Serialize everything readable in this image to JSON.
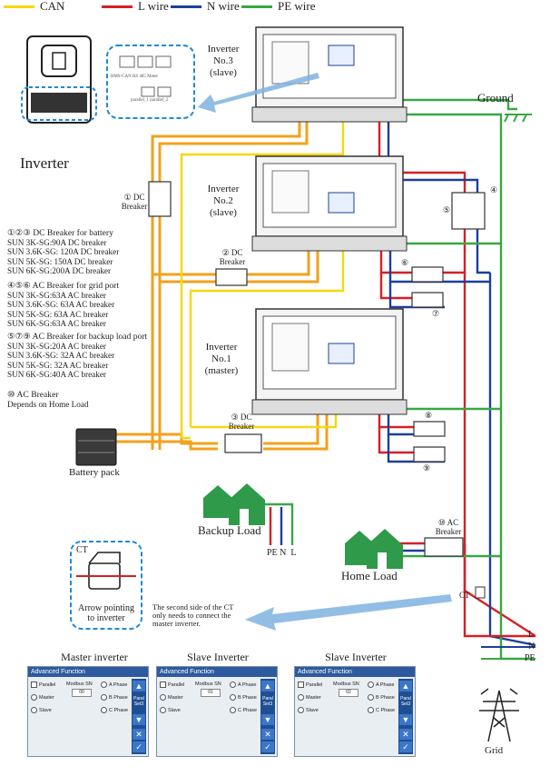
{
  "legend": {
    "can": {
      "label": "CAN",
      "color": "#f5d80f"
    },
    "l_wire": {
      "label": "L wire",
      "color": "#d61f26"
    },
    "n_wire": {
      "label": "N wire",
      "color": "#1c3f9b"
    },
    "pe_wire": {
      "label": "PE wire",
      "color": "#37a845"
    }
  },
  "inverter_title": "Inverter",
  "comm_ports": {
    "top_labels": "BMS-CAN  RS 485  Meter",
    "bottom_labels": "parallel_1  parallel_2"
  },
  "inverters": {
    "no3": {
      "line1": "Inverter",
      "line2": "No.3",
      "line3": "(slave)"
    },
    "no2": {
      "line1": "Inverter",
      "line2": "No.2",
      "line3": "(slave)"
    },
    "no1": {
      "line1": "Inverter",
      "line2": "No.1",
      "line3": "(master)"
    }
  },
  "ground_label": "Ground",
  "breakers": {
    "dc1": {
      "line1": "① DC",
      "line2": "Breaker"
    },
    "dc2": {
      "line1": "② DC",
      "line2": "Breaker"
    },
    "dc3": {
      "line1": "③ DC",
      "line2": "Breaker"
    },
    "ac10": {
      "line1": "⑩ AC",
      "line2": "Breaker"
    },
    "n4": "④",
    "n5": "⑤",
    "n6": "⑥",
    "n7": "⑦",
    "n8": "⑧",
    "n9": "⑨"
  },
  "notes": {
    "dc_head": "①②③ DC Breaker for battery",
    "dc_lines": [
      "SUN 3K-SG:90A DC breaker",
      "SUN 3.6K-SG: 120A DC breaker",
      "SUN 5K-SG: 150A DC breaker",
      "SUN 6K-SG:200A DC breaker"
    ],
    "grid_head": "④⑤⑥ AC Breaker for grid port",
    "grid_lines": [
      "SUN 3K-SG:63A AC breaker",
      "SUN 3.6K-SG: 63A AC breaker",
      "SUN 5K-SG: 63A AC breaker",
      "SUN 6K-SG:63A AC breaker"
    ],
    "backup_head": "⑤⑦⑨ AC Breaker for backup load port",
    "backup_lines": [
      "SUN 3K-SG:20A AC breaker",
      "SUN 3.6K-SG: 32A AC breaker",
      "SUN 5K-SG: 32A AC breaker",
      "SUN 6K-SG:40A AC breaker"
    ],
    "ac10_head": "⑩ AC Breaker",
    "ac10_line": "Depends on Home Load"
  },
  "battery_label": "Battery pack",
  "backup_load_label": "Backup Load",
  "backup_pnl": "PE N  L",
  "home_load_label": "Home Load",
  "ct": {
    "label": "CT",
    "caption_line1": "Arrow pointing",
    "caption_line2": "to inverter",
    "small_label": "CT",
    "note_line1": "The second side of the CT",
    "note_line2": "only needs to  connect the",
    "note_line3": "master inverter."
  },
  "grid_lines": {
    "l": "L",
    "n": "N",
    "pe": "PE"
  },
  "grid_label": "Grid",
  "panels": [
    {
      "title": "Master inverter",
      "header": "Advanced Function",
      "parallel": "Parallel",
      "master": "Master",
      "slave": "Slave",
      "modbus_label": "Modbus SN",
      "modbus_value": "00",
      "phase_a": "A Phase",
      "phase_b": "B Phase",
      "phase_c": "C Phase",
      "side_text": "Paral Set3"
    },
    {
      "title": "Slave Inverter",
      "header": "Advanced Function",
      "parallel": "Parallel",
      "master": "Master",
      "slave": "Slave",
      "modbus_label": "Modbus SN",
      "modbus_value": "01",
      "phase_a": "A Phase",
      "phase_b": "B Phase",
      "phase_c": "C Phase",
      "side_text": "Paral Set3"
    },
    {
      "title": "Slave Inverter",
      "header": "Advanced Function",
      "parallel": "Parallel",
      "master": "Master",
      "slave": "Slave",
      "modbus_label": "Modbus SN",
      "modbus_value": "02",
      "phase_a": "A Phase",
      "phase_b": "B Phase",
      "phase_c": "C Phase",
      "side_text": "Paral Set3"
    }
  ]
}
